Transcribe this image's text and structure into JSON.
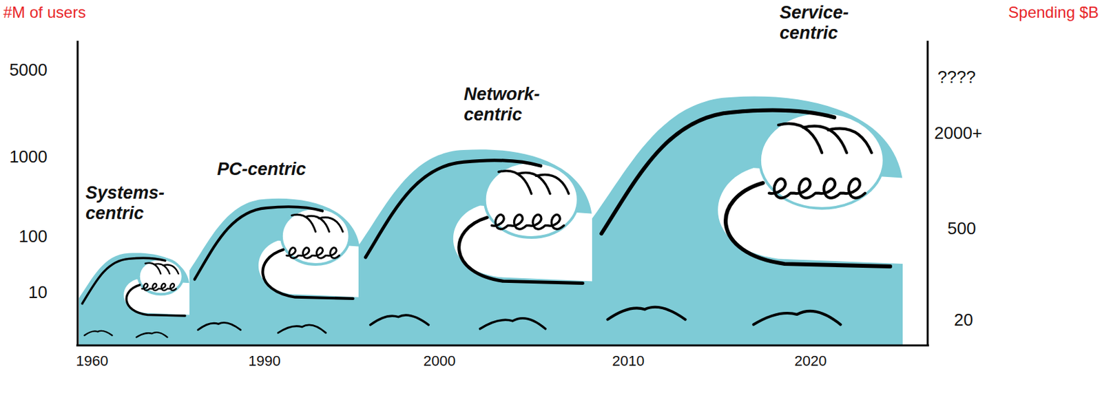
{
  "diagram": {
    "labels": [
      "#M of users",
      "Spending $B",
      "5000",
      "1000",
      "100",
      "10",
      "????",
      "2000+",
      "500",
      "20",
      "1960",
      "1990",
      "2000",
      "2010",
      "2020",
      "Systems- centric",
      "PC-centric",
      "Network- centric",
      "Service- centric"
    ]
  }
}
